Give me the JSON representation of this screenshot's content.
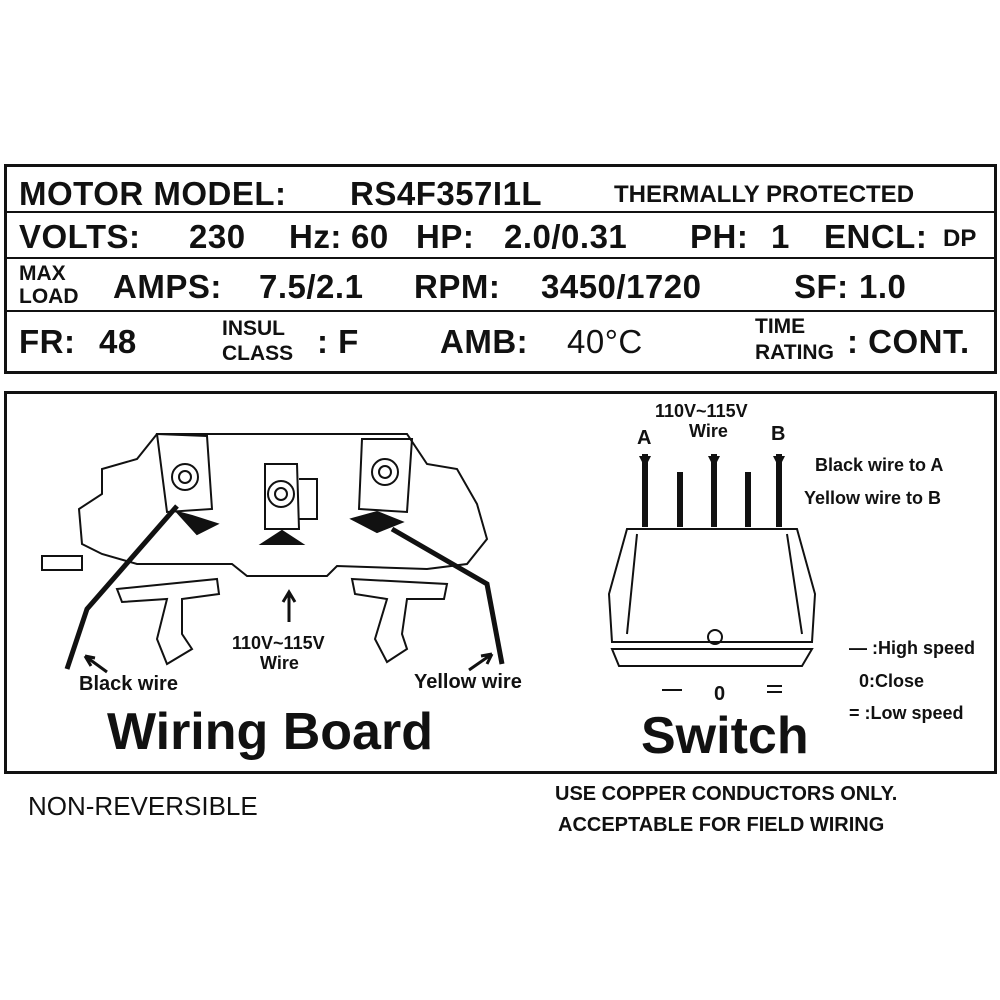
{
  "spec": {
    "row1": {
      "label": "MOTOR MODEL:",
      "model": "RS4F357I1L",
      "note": "THERMALLY PROTECTED"
    },
    "row2": {
      "volts_label": "VOLTS:",
      "volts": "230",
      "hz_label": "Hz:",
      "hz": "60",
      "hp_label": "HP:",
      "hp": "2.0/0.31",
      "ph_label": "PH:",
      "ph": "1",
      "encl_label": "ENCL:",
      "encl": "DP"
    },
    "row3": {
      "max": "MAX",
      "load": "LOAD",
      "amps_label": "AMPS:",
      "amps": "7.5/2.1",
      "rpm_label": "RPM:",
      "rpm": "3450/1720",
      "sf_label": "SF:",
      "sf": "1.0"
    },
    "row4": {
      "fr_label": "FR:",
      "fr": "48",
      "insul": "INSUL",
      "class": "CLASS",
      "insul_value": ": F",
      "amb_label": "AMB:",
      "amb": "40°C",
      "time": "TIME",
      "rating": "RATING",
      "time_value": ": CONT."
    }
  },
  "wiring_board": {
    "title": "Wiring Board",
    "center_label_1": "110V~115V",
    "center_label_2": "Wire",
    "black_wire": "Black wire",
    "yellow_wire": "Yellow wire"
  },
  "switch": {
    "title": "Switch",
    "top_label_1": "110V~115V",
    "top_label_2": "Wire",
    "terminal_a": "A",
    "terminal_b": "B",
    "note_a": "Black wire to A",
    "note_b": "Yellow wire to B",
    "legend_high": "— :High speed",
    "legend_close": "0:Close",
    "legend_low": "= :Low speed",
    "pos_zero": "0"
  },
  "footer": {
    "left": "NON-REVERSIBLE",
    "right_1": "USE COPPER CONDUCTORS ONLY.",
    "right_2": "ACCEPTABLE FOR FIELD WIRING"
  }
}
